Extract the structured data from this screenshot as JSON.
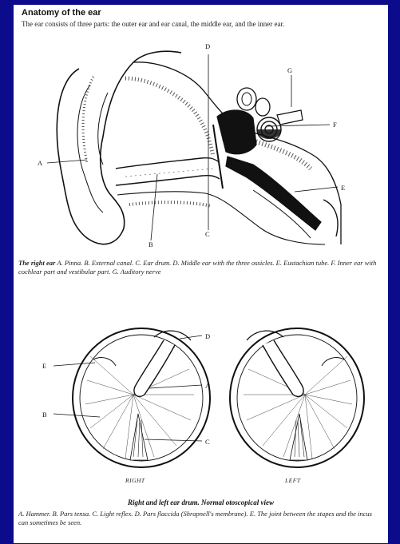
{
  "header": {
    "title": "Anatomy of the ear",
    "intro": "The ear consists of three parts: the outer ear and ear canal, the middle ear, and the inner ear."
  },
  "ear_diagram": {
    "labels": {
      "A": "A",
      "B": "B",
      "C": "C",
      "D": "D",
      "E": "E",
      "F": "F",
      "G": "G"
    },
    "caption_lead": "The right ear",
    "caption_body": "A. Pinna. B. External canal. C. Ear drum. D. Middle ear with the three ossicles. E. Eustachian tube. F. Inner ear with cochlear part and vestibular part. G. Auditory nerve"
  },
  "eardrum_diagram": {
    "labels": {
      "A": "A",
      "B": "B",
      "C": "C",
      "D": "D",
      "E": "E"
    },
    "right_label": "RIGHT",
    "left_label": "LEFT",
    "caption_title": "Right and left ear drum. Normal otoscopical view",
    "caption_body": "A. Hammer. B. Pars tensa. C. Light reflex. D. Pars flaccida (Shrapnell's membrane). E. The joint between the stapes and the incus can sometimes be seen."
  }
}
